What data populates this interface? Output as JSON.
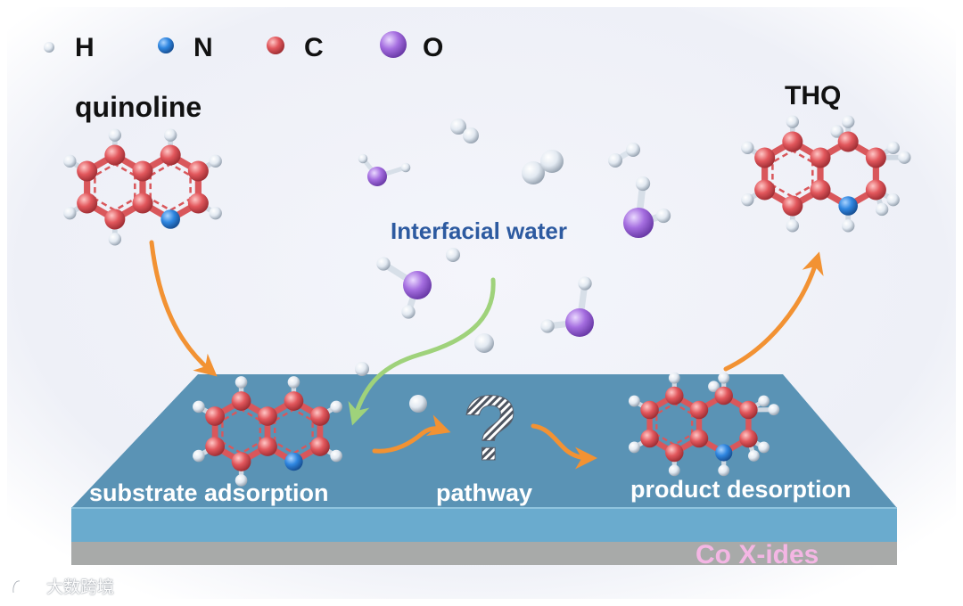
{
  "legend": [
    {
      "symbol": "H",
      "atom": "H"
    },
    {
      "symbol": "N",
      "atom": "N"
    },
    {
      "symbol": "C",
      "atom": "C"
    },
    {
      "symbol": "O",
      "atom": "O"
    }
  ],
  "labels": {
    "quinoline": "quinoline",
    "thq": "THQ",
    "interfacial_water": "Interfacial water",
    "substrate_adsorption": "substrate adsorption",
    "pathway": "pathway",
    "question_mark": "?",
    "product_desorption": "product desorption",
    "material": "Co X-ides"
  },
  "watermark": "大数跨境",
  "colors": {
    "H": "#e4ebf2",
    "N": "#2f86e0",
    "C": "#e2575c",
    "O": "#a56ee0",
    "bond_C": "#d9575b",
    "surface": "#5a93b5",
    "slab_front": "#6aabce",
    "slab_bottom": "#a8aaa9",
    "arrow_orange": "#f29233",
    "arrow_green": "#9fd27b",
    "label_water": "#2d5aa0",
    "label_material": "#f4b6e4",
    "background_glow": "#f1f3f9"
  }
}
